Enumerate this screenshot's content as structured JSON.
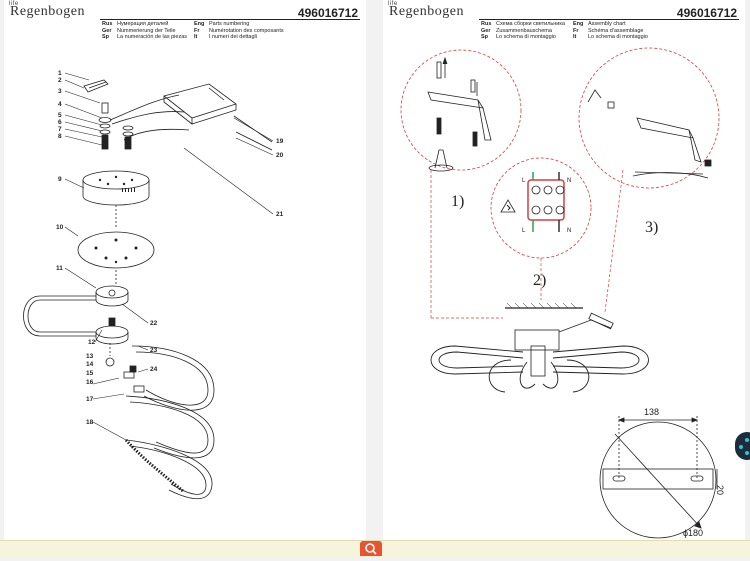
{
  "brand": {
    "name": "Regenbogen",
    "tag": "life"
  },
  "doc_code": "496016712",
  "left_page": {
    "langs": [
      {
        "code": "Rus",
        "text": "Нумерация деталей"
      },
      {
        "code": "Ger",
        "text": "Nummerierung der Teile"
      },
      {
        "code": "Sp",
        "text": "La numeración de las piezas"
      }
    ],
    "langs2": [
      {
        "code": "Eng",
        "text": "Parts numbering"
      },
      {
        "code": "Fr",
        "text": "Numérotation des composants"
      },
      {
        "code": "It",
        "text": "I numeri dei dettagli"
      }
    ],
    "callouts": [
      "1",
      "2",
      "3",
      "4",
      "5",
      "6",
      "7",
      "8",
      "9",
      "10",
      "11",
      "12",
      "13",
      "14",
      "15",
      "16",
      "17",
      "18",
      "19",
      "20",
      "21",
      "22",
      "23",
      "24"
    ]
  },
  "right_page": {
    "langs": [
      {
        "code": "Rus",
        "text": "Схема сборки светильника"
      },
      {
        "code": "Ger",
        "text": "Zusammenbauschema"
      },
      {
        "code": "Sp",
        "text": "Lo schema di montaggio"
      }
    ],
    "langs2": [
      {
        "code": "Eng",
        "text": "Assembly chart"
      },
      {
        "code": "Fr",
        "text": "Schéma d'assemblage"
      },
      {
        "code": "It",
        "text": "Lo schema di montaggio"
      }
    ],
    "steps": [
      "1)",
      "2)",
      "3)"
    ],
    "terminal_labels": [
      "L",
      "N",
      "L",
      "N"
    ],
    "dimensions": {
      "width": "138",
      "height": "20",
      "diameter": "ϕ180"
    }
  },
  "colors": {
    "ink": "#222222",
    "guide": "#d04040",
    "accent": "#e8542f"
  }
}
